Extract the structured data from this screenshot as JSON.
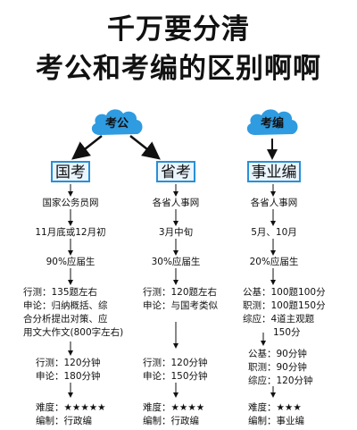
{
  "title": {
    "line1": "千万要分清",
    "line2": "考公和考编的区别啊啊"
  },
  "kaogong": {
    "label": "考公",
    "guokao": {
      "label": "国考",
      "site": "国家公务员网",
      "time": "11月底或12月初",
      "ratio": "90%应届生",
      "exam_lines": [
        "行测：135题左右",
        "申论：归纳概括、综",
        "合分析提出对策、应",
        "用文大作文(800字左右)"
      ],
      "duration_lines": [
        "行测：120分钟",
        "申论：180分钟"
      ],
      "difficulty": "难度：★★★★★",
      "staff": "编制：行政编"
    },
    "shengkao": {
      "label": "省考",
      "site": "各省人事网",
      "time": "3月中旬",
      "ratio": "30%应届生",
      "exam_lines": [
        "行测：120题左右",
        "申论：与国考类似"
      ],
      "duration_lines": [
        "行测：120分钟",
        "申论：150分钟"
      ],
      "difficulty": "难度：★★★★",
      "staff": "编制：行政编"
    }
  },
  "kaobian": {
    "label": "考编",
    "shiyebian": {
      "label": "事业编",
      "site": "各省人事网",
      "time": "5月、10月",
      "ratio": "20%应届生",
      "exam_lines": [
        "公基：100题100分",
        "职测：100题150分",
        "综应：4道主观题",
        "150分"
      ],
      "duration_lines": [
        "公基：90分钟",
        "职测：90分钟",
        "综应：120分钟"
      ],
      "difficulty": "难度：★★★",
      "staff": "编制：事业编"
    }
  },
  "colors": {
    "accent": "#2a8fd6",
    "cloud": "#2f9be0"
  }
}
